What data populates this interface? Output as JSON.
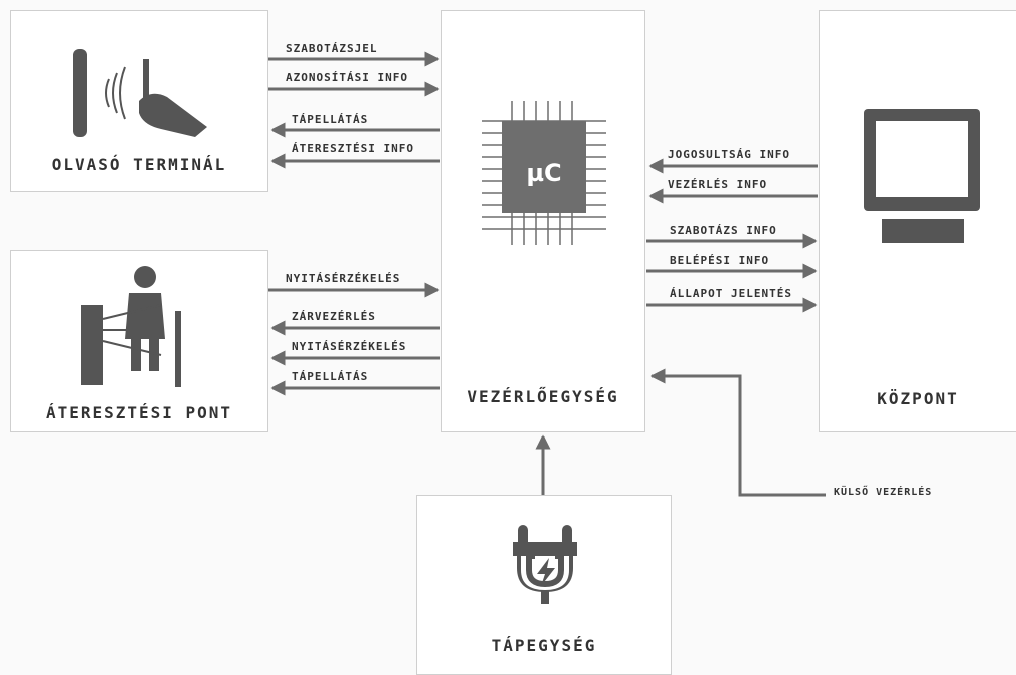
{
  "blocks": {
    "reader": "OLVASÓ TERMINÁL",
    "gate": "ÁTERESZTÉSI PONT",
    "controller": "VEZÉRLŐEGYSÉG",
    "center": "KÖZPONT",
    "power": "TÁPEGYSÉG",
    "chip": "µC"
  },
  "reader_links": {
    "tamper_signal": "SZABOTÁZSJEL",
    "id_info": "AZONOSÍTÁSI INFO",
    "power_supply": "TÁPELLÁTÁS",
    "pass_info": "ÁTERESZTÉSI INFO"
  },
  "gate_links": {
    "open_sense_in": "NYITÁSÉRZÉKELÉS",
    "lock_control": "ZÁRVEZÉRLÉS",
    "open_sense_out": "NYITÁSÉRZÉKELÉS",
    "power_supply": "TÁPELLÁTÁS"
  },
  "center_links": {
    "auth_info": "JOGOSULTSÁG INFO",
    "control_info": "VEZÉRLÉS INFO",
    "tamper_info": "SZABOTÁZS INFO",
    "entry_info": "BELÉPÉSI INFO",
    "status_report": "ÁLLAPOT JELENTÉS"
  },
  "external": {
    "label": "KÜLSŐ VEZÉRLÉS"
  },
  "colors": {
    "line": "#6b6b6b",
    "icon": "#555555",
    "chip": "#6e6e6e"
  }
}
